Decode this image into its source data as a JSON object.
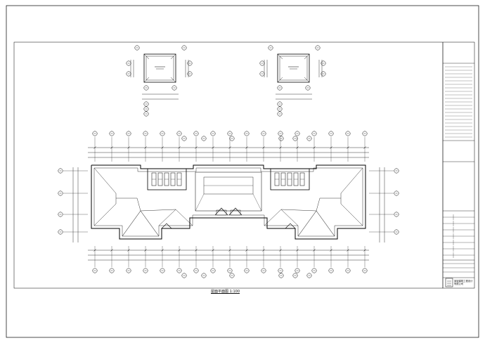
{
  "drawing": {
    "type": "roof-plan architectural drawing",
    "line_color": "#000000",
    "background": "#ffffff",
    "plan_caption": "屋面平面图 1:100",
    "plan_subcaption": "",
    "company_name": "某城建筑工程设计有限公司"
  },
  "stair_roofs": [
    {
      "id": "left",
      "label": ""
    },
    {
      "id": "right",
      "label": ""
    }
  ],
  "title_block": {
    "notes_heading": "",
    "rows": [
      "",
      "",
      "",
      "",
      "",
      "",
      "",
      ""
    ]
  }
}
